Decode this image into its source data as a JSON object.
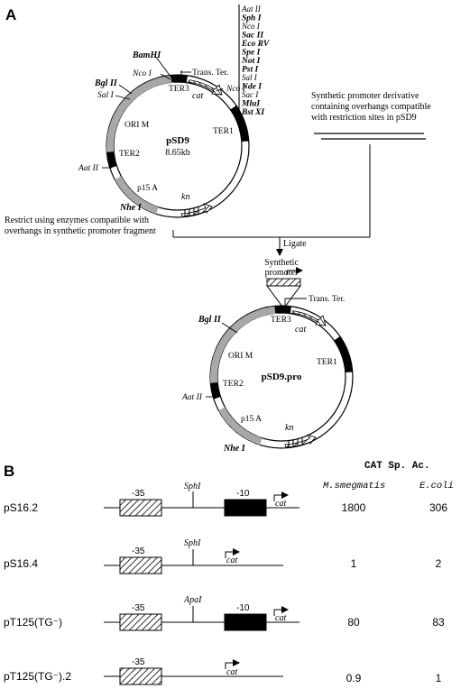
{
  "panel_a": {
    "label": "A",
    "top_plasmid": {
      "name": "pSD9",
      "size": "8.65kb",
      "labels": {
        "bamhi": "BamHI",
        "nco1": "Nco I",
        "bgl2": "Bgl II",
        "sal1": "Sal I",
        "trans_ter": "Trans. Ter.",
        "nco2": "Nco I",
        "ter3": "TER3",
        "cat": "cat",
        "ter1": "TER1",
        "ori": "ORI M",
        "ter2": "TER2",
        "aat2": "Aat II",
        "p15a": "p15 A",
        "kn": "kn",
        "nhe1": "Nhe I"
      }
    },
    "mcs_sites": [
      "Aat II",
      "Sph I",
      "Nco I",
      "Sac II",
      "Eco RV",
      "Spe I",
      "Not I",
      "Pst I",
      "Sal I",
      "Nde I",
      "Sac I",
      "MluI",
      "Bst XI"
    ],
    "synthetic_text": [
      "Synthetic promoter derivative",
      "containing overhangs compatible",
      "with restriction sites in pSD9"
    ],
    "restrict_text": [
      "Restrict using enzymes compatible with",
      "overhangs in synthetic promoter fragment"
    ],
    "ligate": "Ligate",
    "synthetic_promoter": [
      "Synthetic",
      "promoter"
    ],
    "bottom_plasmid": {
      "name": "pSD9.pro",
      "labels": {
        "trans_ter": "Trans. Ter.",
        "bgl2": "Bgl II",
        "ter3": "TER3",
        "cat": "cat",
        "ori": "ORI M",
        "ter1": "TER1",
        "ter2": "TER2",
        "aat2": "Aat II",
        "p15a": "p15 A",
        "kn": "kn",
        "nhe1": "Nhe I"
      }
    }
  },
  "panel_b": {
    "label": "B",
    "header": "CAT Sp. Ac.",
    "col1": "M.smegmatis",
    "col2": "E.coli",
    "box35": "-35",
    "box10": "-10",
    "cat": "cat",
    "rows": [
      {
        "name": "pS16.2",
        "site": "SphI",
        "has10": true,
        "val1": "1800",
        "val2": "306"
      },
      {
        "name": "pS16.4",
        "site": "SphI",
        "has10": false,
        "val1": "1",
        "val2": "2"
      },
      {
        "name": "pT125(TG⁻)",
        "site": "ApaI",
        "has10": true,
        "val1": "80",
        "val2": "83"
      },
      {
        "name": "pT125(TG⁻).2",
        "site": "",
        "has10": false,
        "val1": "0.9",
        "val2": "1"
      }
    ]
  },
  "colors": {
    "grey": "#a8a8a8",
    "black": "#000000",
    "white": "#ffffff"
  }
}
